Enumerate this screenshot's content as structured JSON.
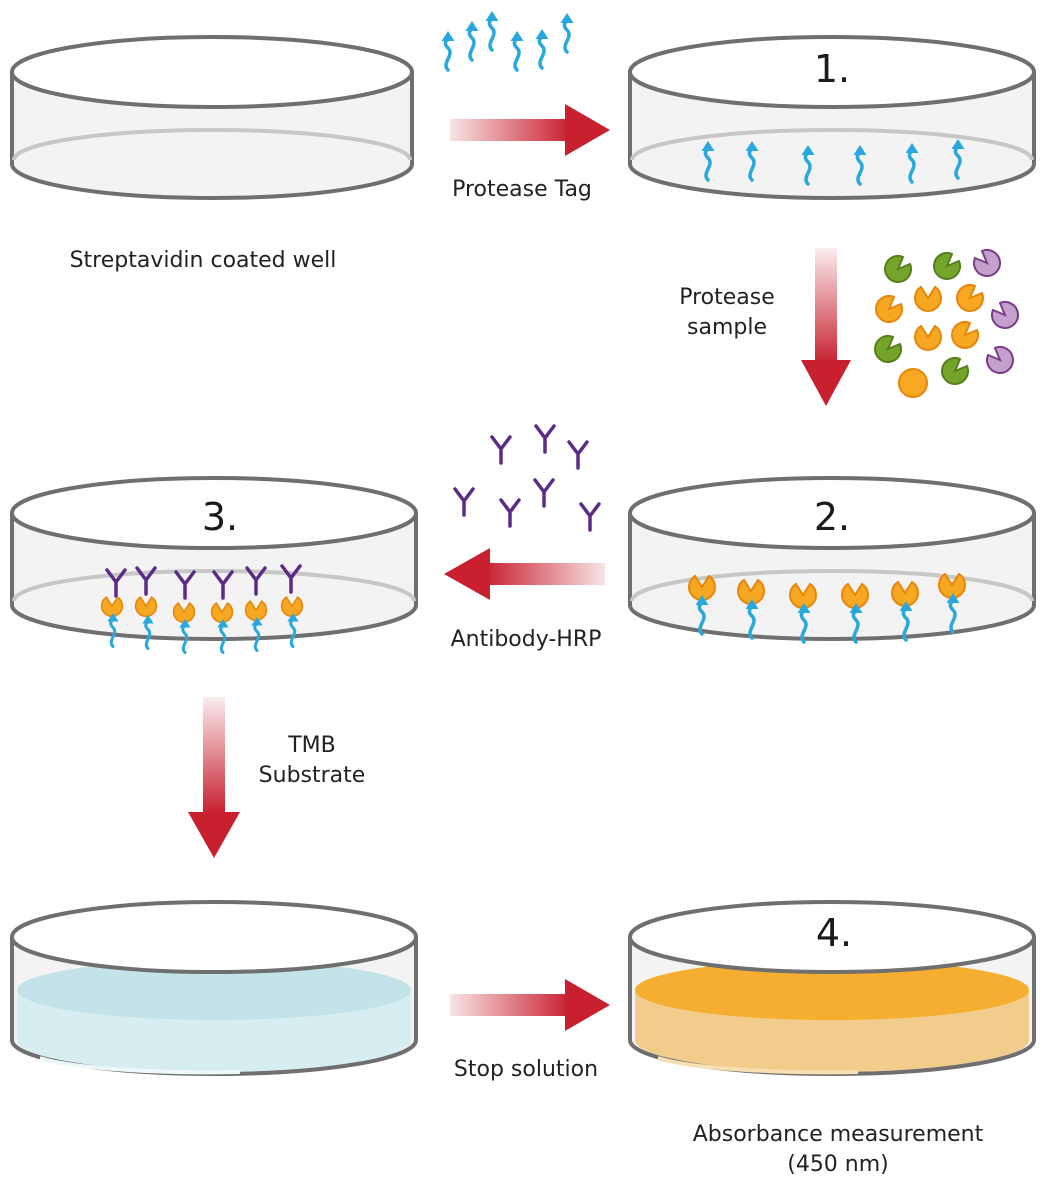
{
  "labels": {
    "streptavidin_well": "Streptavidin coated well",
    "protease_tag": "Protease Tag",
    "protease_sample_1": "Protease",
    "protease_sample_2": "sample",
    "antibody_hrp": "Antibody-HRP",
    "tmb_1": "TMB",
    "tmb_2": "Substrate",
    "stop_solution": "Stop solution",
    "absorbance_1": "Absorbance measurement",
    "absorbance_2": "(450 nm)"
  },
  "steps": {
    "step1": "1.",
    "step2": "2.",
    "step3": "3.",
    "step4": "4."
  },
  "colors": {
    "well_outline": "#6f6f6f",
    "well_fill": "#f3f3f3",
    "arrow_red": "#c8202e",
    "tag_blue": "#29a8dd",
    "protease_orange": "#f7a823",
    "protease_green": "#74a52a",
    "protease_purple": "#9b64a8",
    "antibody_purple": "#5b2b86",
    "tmb_blue": "#c4e3e8",
    "stop_orange": "#f5ae2f"
  },
  "icons": [
    "protease-tag-icon",
    "protease-enzyme-icon",
    "antibody-hrp-icon",
    "flow-arrow-icon"
  ]
}
